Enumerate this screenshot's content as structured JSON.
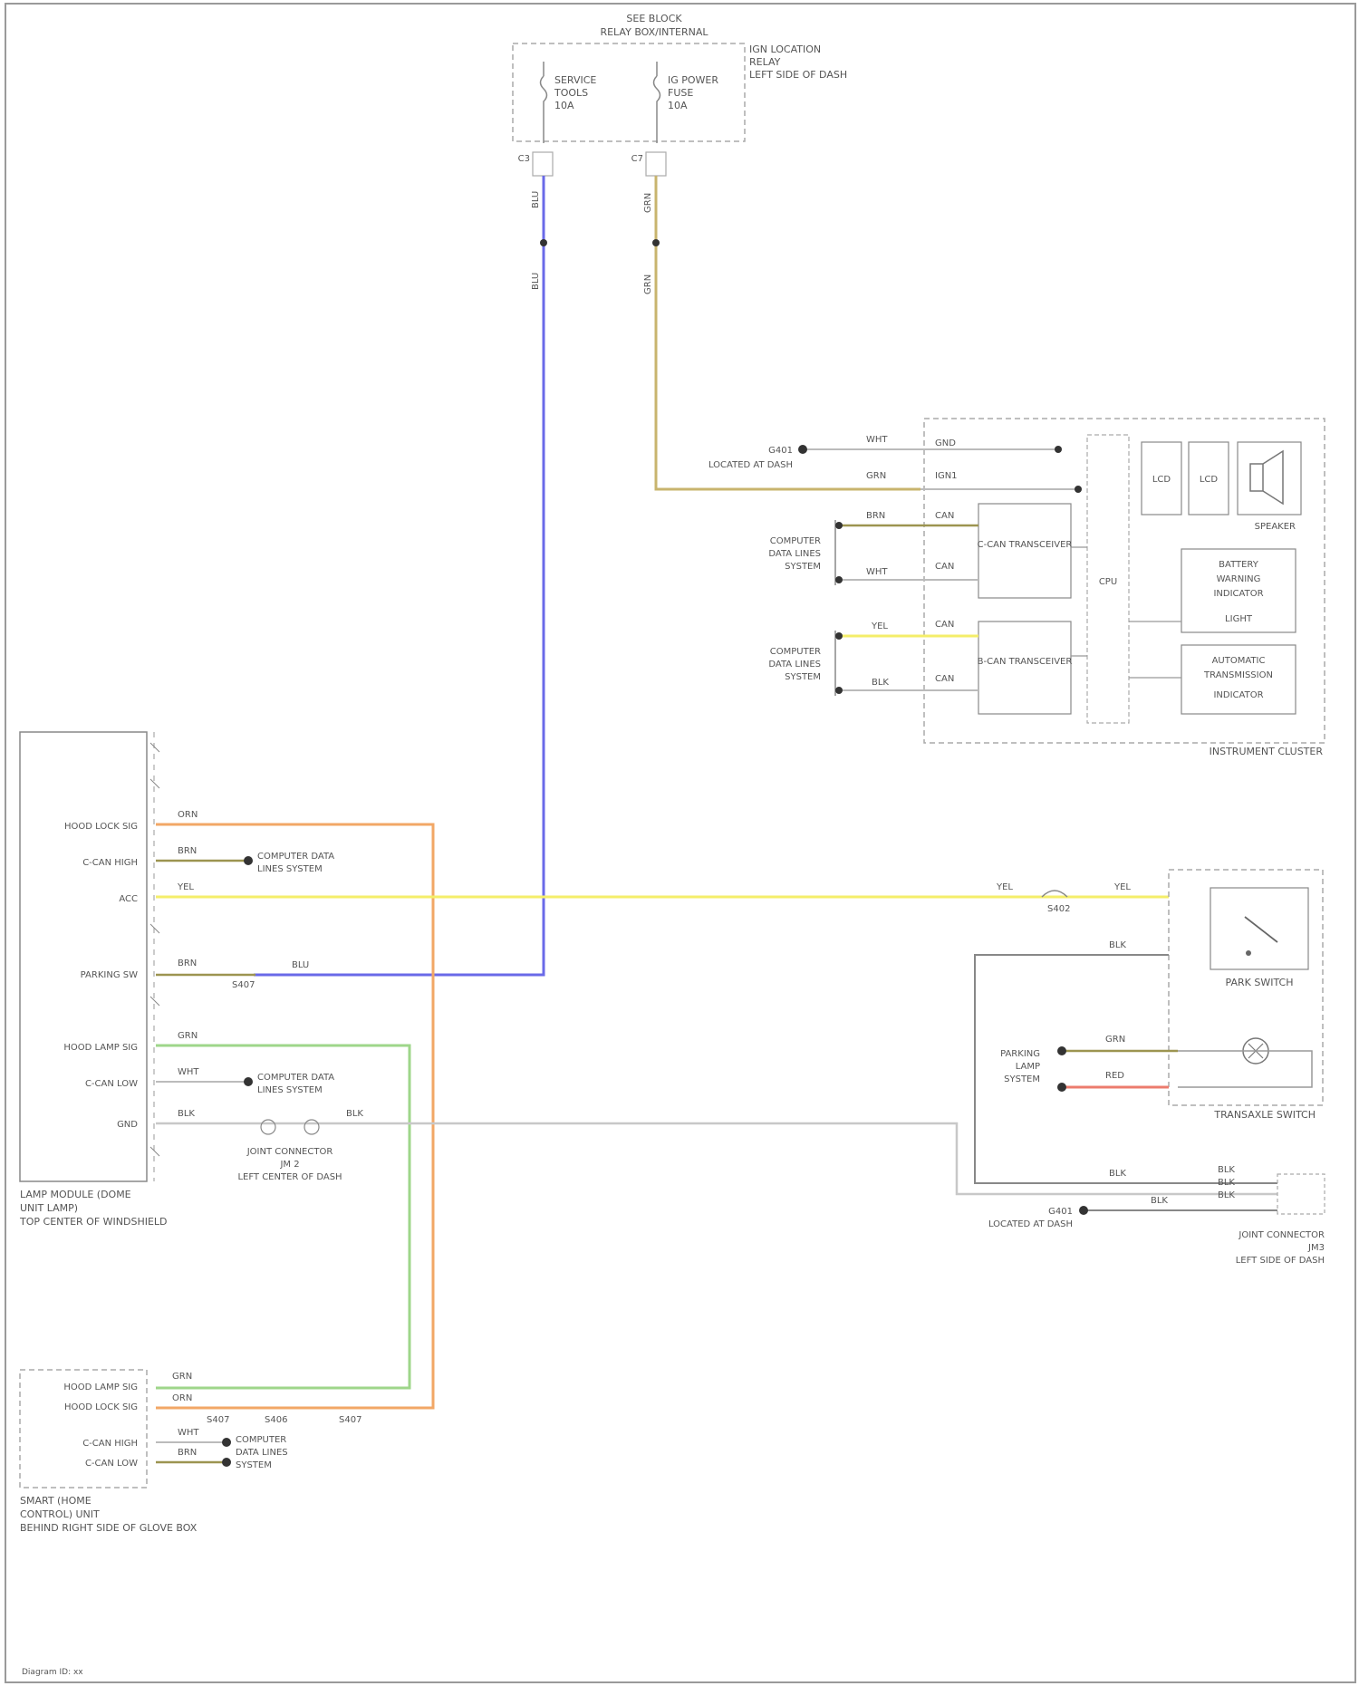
{
  "colors": {
    "frame": "#9a9a9a",
    "box": "#888888",
    "dash": "#aaaaaa",
    "text": "#555555",
    "blue": "#6a6ae8",
    "tan": "#c8b46e",
    "orange": "#f2a766",
    "yellow": "#f4ee6a",
    "green": "#9ed68a",
    "red": "#ec7c6e",
    "gray": "#c8c8c8",
    "olive": "#9c9450"
  },
  "fuse_box": {
    "title": [
      "SEE BLOCK",
      "RELAY BOX/INTERNAL"
    ],
    "fuse_left": [
      "SERVICE",
      "TOOLS",
      "10A"
    ],
    "fuse_right": [
      "IG POWER",
      "FUSE",
      "10A"
    ],
    "side_label": [
      "IGN LOCATION",
      "RELAY",
      "LEFT SIDE OF DASH"
    ],
    "pin_left": "C3",
    "pin_right": "C7",
    "wire_left_top": "BLU",
    "wire_left_bottom": "BLU",
    "wire_right_top": "GRN",
    "wire_right_bottom": "GRN"
  },
  "instrument_cluster": {
    "label": "INSTRUMENT CLUSTER",
    "wire_top": "WHT",
    "wire_mid": "GRN",
    "pin_top": "GND",
    "pin_mid": "IGN1",
    "ground_label": "G401",
    "ground_location": "LOCATED AT DASH",
    "pins": [
      "CAN",
      "CAN"
    ],
    "pins_lower": [
      "CAN",
      "CAN"
    ],
    "blocks": [
      "C-CAN TRANSCEIVER",
      "B-CAN TRANSCEIVER"
    ],
    "cpu": "CPU",
    "cells": [
      "LCD",
      "LCD"
    ],
    "panels": [
      [
        "BATTERY",
        "WARNING",
        "INDICATOR",
        "LIGHT"
      ],
      [
        "AUTOMATIC",
        "TRANSMISSION",
        "INDICATOR"
      ]
    ],
    "device_label": "SPEAKER",
    "network_upper": [
      "COMPUTER",
      "DATA LINES",
      "SYSTEM"
    ],
    "network_lower": [
      "COMPUTER",
      "DATA LINES",
      "SYSTEM"
    ],
    "wires_upper": [
      "BRN",
      "WHT"
    ],
    "wires_lower": [
      "YEL",
      "BLK"
    ]
  },
  "lamp_module": {
    "label": [
      "LAMP MODULE (DOME",
      "UNIT LAMP)",
      "TOP CENTER OF WINDSHIELD"
    ],
    "pins": [
      "HOOD LOCK SIG",
      "C-CAN HIGH",
      "ACC",
      "PARKING SW",
      "HOOD LAMP SIG",
      "C-CAN LOW",
      "GND"
    ],
    "wires": [
      "ORN",
      "BRN",
      "YEL",
      "BRN",
      "GRN",
      "WHT",
      "BLK"
    ],
    "data_label_1": [
      "COMPUTER DATA",
      "LINES SYSTEM"
    ],
    "data_label_2": [
      "COMPUTER DATA",
      "LINES SYSTEM"
    ],
    "splice_1": "S407",
    "splice_2": "BLU",
    "joint_label": [
      "JOINT CONNECTOR",
      "JM 2",
      "LEFT CENTER OF DASH"
    ],
    "wire_after_joint": "BLK"
  },
  "park_switch": {
    "label": "PARK SWITCH",
    "wire_in": "YEL",
    "wire_out": "YEL",
    "splice": "S402",
    "gnd_wire": "BLK"
  },
  "transaxle_switch": {
    "label": "TRANSAXLE SWITCH",
    "system": [
      "PARKING",
      "LAMP",
      "SYSTEM"
    ],
    "wire_a": "GRN",
    "wire_b": "RED"
  },
  "ground_joint": {
    "label": [
      "JOINT CONNECTOR",
      "JM3",
      "LEFT SIDE OF DASH"
    ],
    "wires": [
      "BLK",
      "BLK",
      "BLK"
    ],
    "wire_in": "BLK",
    "wire_g": "BLK",
    "ground": "G401",
    "ground_location": "LOCATED AT DASH"
  },
  "smart_key": {
    "label": [
      "SMART (HOME",
      "CONTROL) UNIT",
      "BEHIND RIGHT SIDE OF GLOVE BOX"
    ],
    "pins": [
      "HOOD LAMP SIG",
      "HOOD LOCK SIG",
      "C-CAN HIGH",
      "C-CAN LOW"
    ],
    "wires": [
      "GRN",
      "ORN",
      "WHT",
      "BRN"
    ],
    "splices": [
      "S407",
      "S406",
      "S407"
    ],
    "network": [
      "COMPUTER",
      "DATA LINES",
      "SYSTEM"
    ]
  },
  "footer": "Diagram ID: xx"
}
